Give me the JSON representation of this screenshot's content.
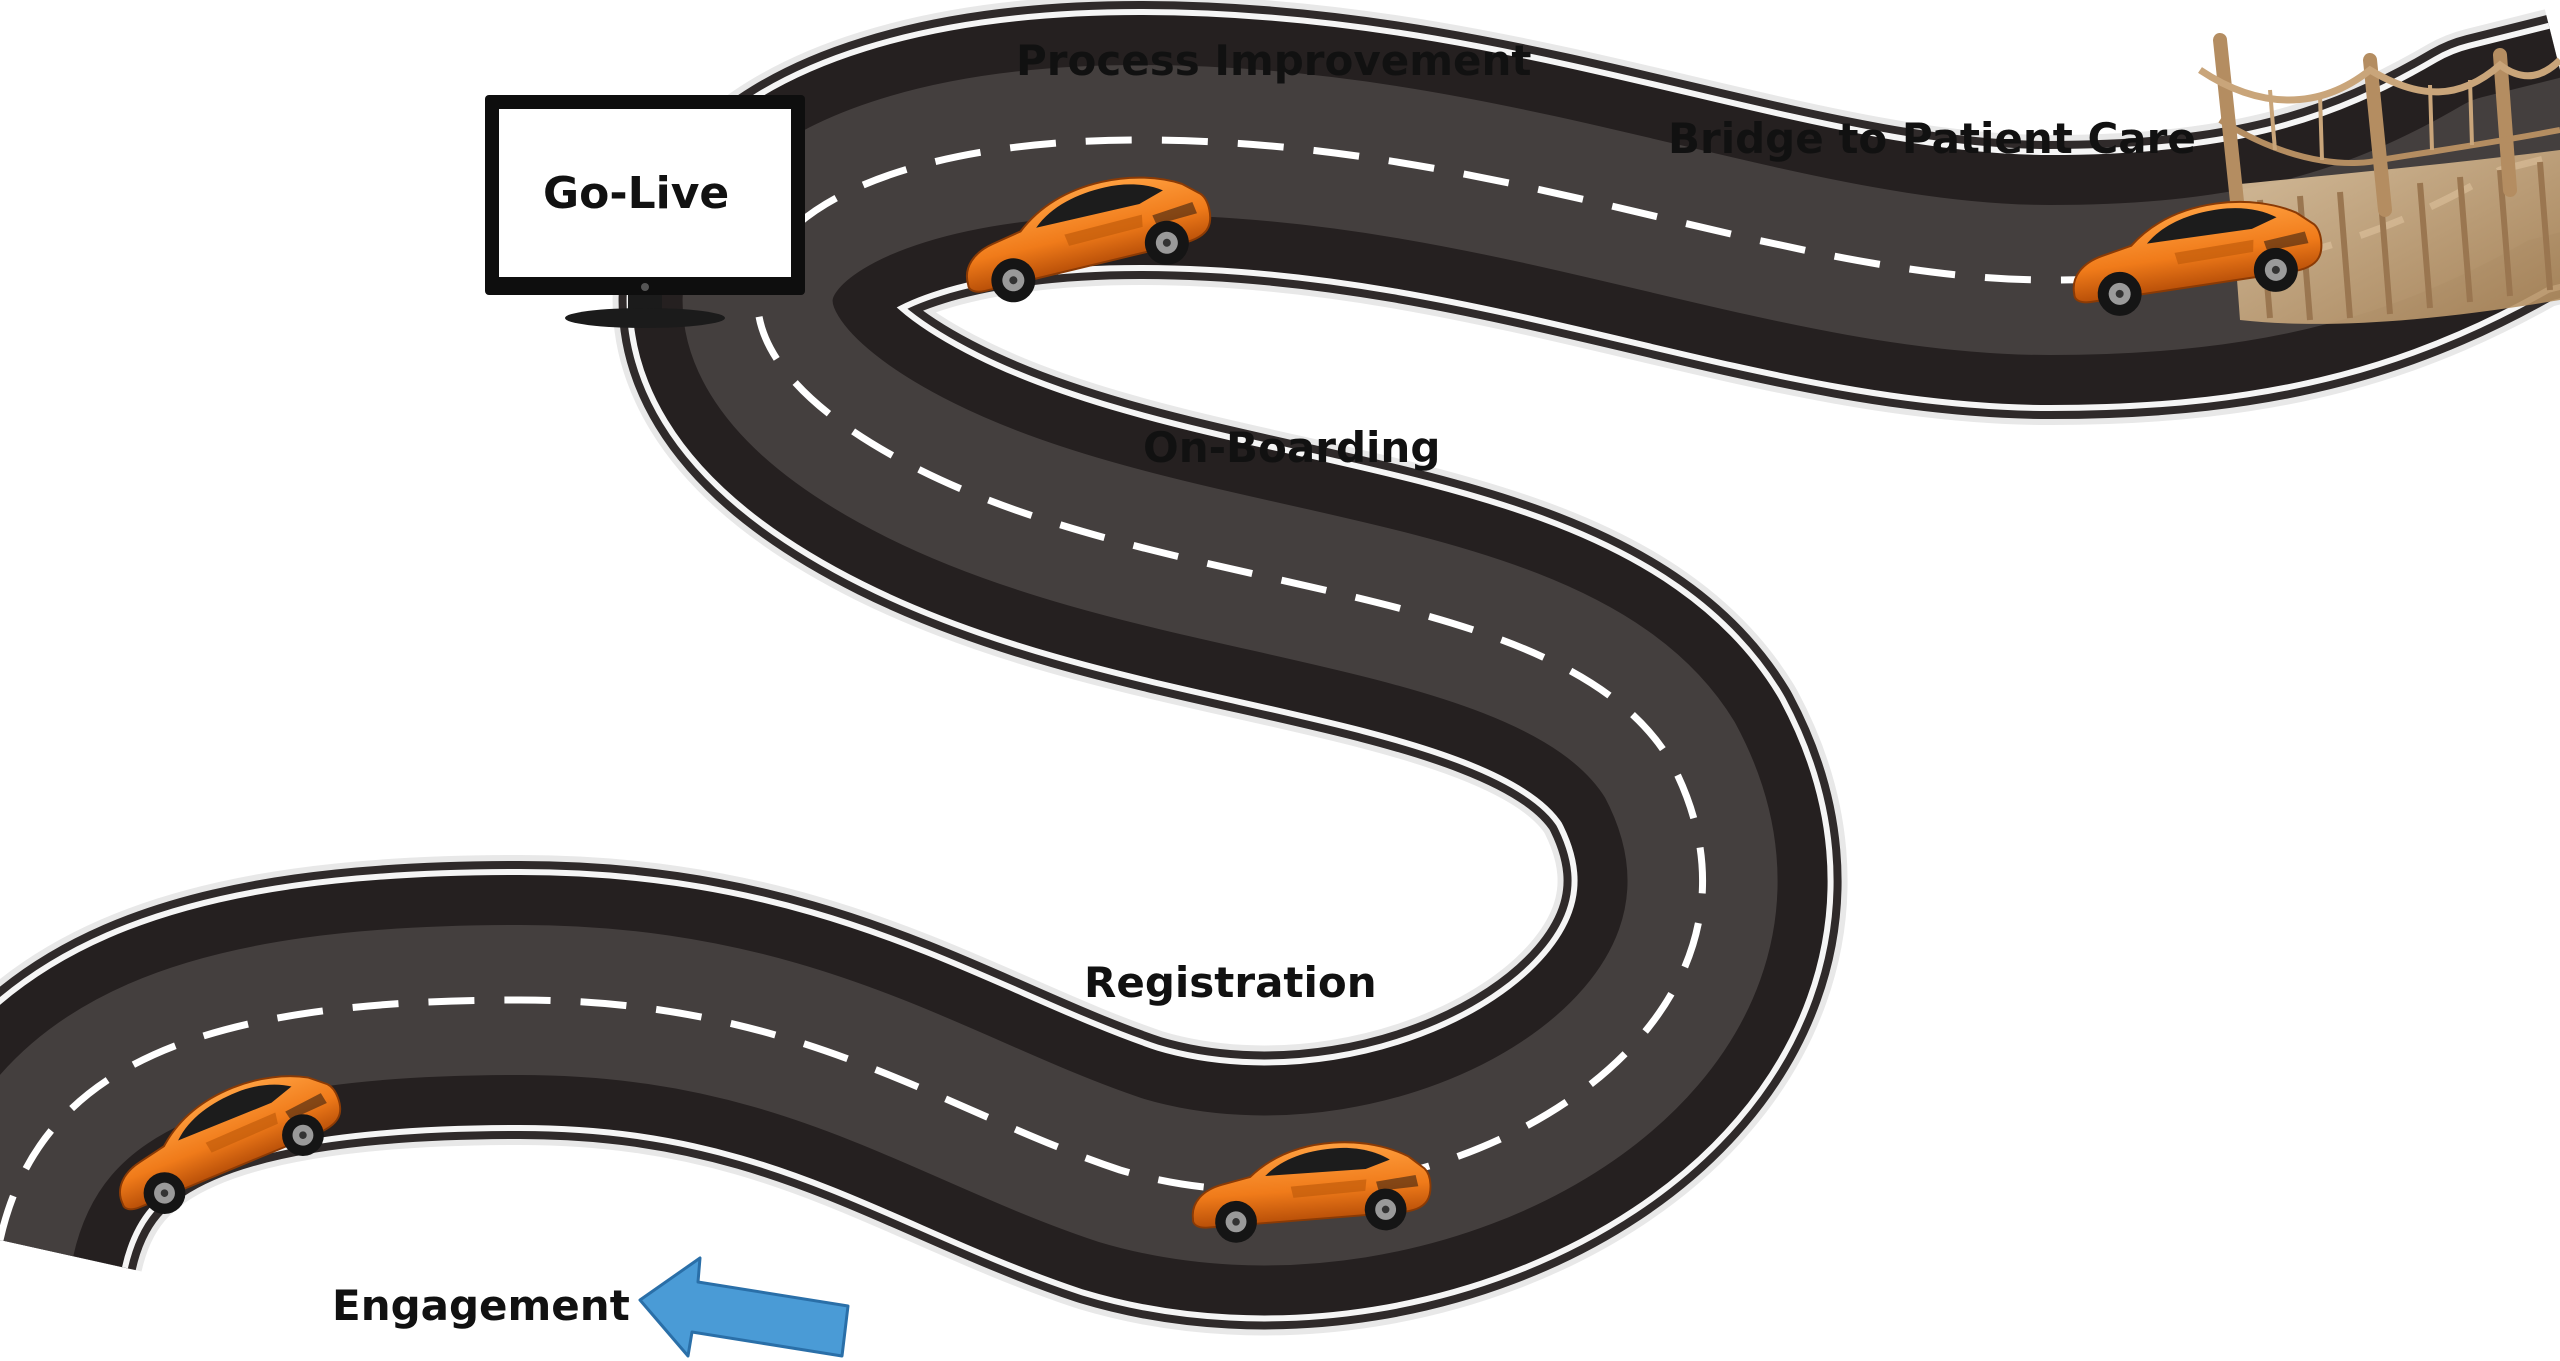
{
  "stages": {
    "process_improvement": "Process Improvement",
    "bridge_to_patient_care": "Bridge to Patient Care",
    "go_live": "Go-Live",
    "on_boarding": "On-Boarding",
    "registration": "Registration",
    "engagement": "Engagement"
  },
  "colors": {
    "road_dark": "#1f1b1b",
    "road_light": "#6e6a68",
    "road_edge": "#e8e8e8",
    "lane_marking": "#ffffff",
    "car_body": "#f07b1a",
    "car_dark": "#b84f08",
    "arrow": "#4a9bd6",
    "arrow_outline": "#2a6fa8",
    "bridge_wood": "#c9a57a",
    "bridge_rope": "#a07a52",
    "monitor_frame": "#111111"
  },
  "icons": {
    "monitor": "monitor-icon",
    "car": "sports-car-icon",
    "bridge": "rope-bridge-icon",
    "arrow": "left-arrow-icon"
  }
}
